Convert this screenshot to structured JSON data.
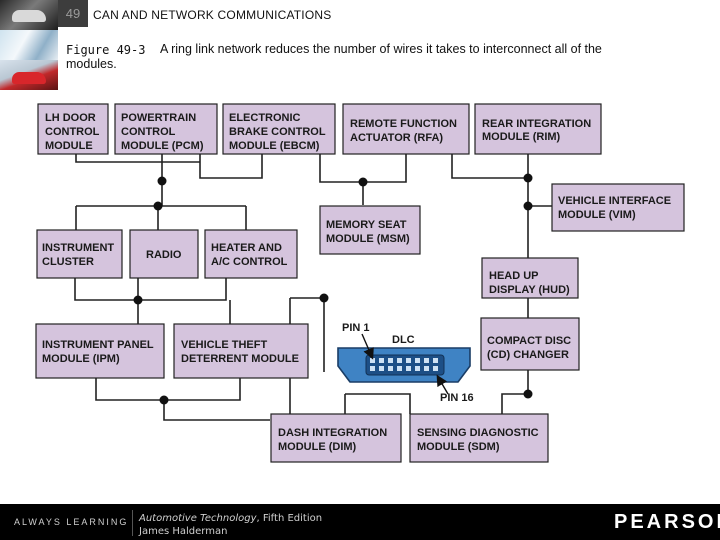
{
  "header": {
    "slide_number": "49",
    "chapter_title": "CAN AND NETWORK COMMUNICATIONS",
    "figure_label": "Figure 49-3",
    "caption_line1": "A ring link network reduces the number of wires it takes to interconnect all of the",
    "caption_line2": "modules."
  },
  "diagram": {
    "modules": {
      "lh_door": [
        "LH DOOR",
        "CONTROL",
        "MODULE"
      ],
      "powertrain": [
        "POWERTRAIN",
        "CONTROL",
        "MODULE (PCM)"
      ],
      "ebcm": [
        "ELECTRONIC",
        "BRAKE CONTROL",
        "MODULE (EBCM)"
      ],
      "rfa": [
        "REMOTE FUNCTION",
        "ACTUATOR (RFA)"
      ],
      "rim": [
        "REAR INTEGRATION",
        "MODULE (RIM)"
      ],
      "vim": [
        "VEHICLE INTERFACE",
        "MODULE (VIM)"
      ],
      "msm": [
        "MEMORY SEAT",
        "MODULE (MSM)"
      ],
      "instrument_cluster": [
        "INSTRUMENT",
        "CLUSTER"
      ],
      "radio": [
        "RADIO"
      ],
      "hvac": [
        "HEATER AND",
        "A/C CONTROL"
      ],
      "hud": [
        "HEAD UP",
        "DISPLAY (HUD)"
      ],
      "ipm": [
        "INSTRUMENT PANEL",
        "MODULE (IPM)"
      ],
      "vtd": [
        "VEHICLE THEFT",
        "DETERRENT MODULE"
      ],
      "cd": [
        "COMPACT DISC",
        "(CD) CHANGER"
      ],
      "dim": [
        "DASH INTEGRATION",
        "MODULE (DIM)"
      ],
      "sdm": [
        "SENSING DIAGNOSTIC",
        "MODULE (SDM)"
      ]
    },
    "connector": {
      "name": "DLC",
      "pin_a": "PIN 1",
      "pin_b": "PIN 16"
    },
    "colors": {
      "module_fill": "#d5c4dd",
      "connector_fill": "#3f83c4"
    }
  },
  "footer": {
    "tagline": "ALWAYS LEARNING",
    "book_title": "Automotive Technology",
    "edition": ", Fifth Edition",
    "author": "James Halderman",
    "brand": "PEARSON"
  }
}
